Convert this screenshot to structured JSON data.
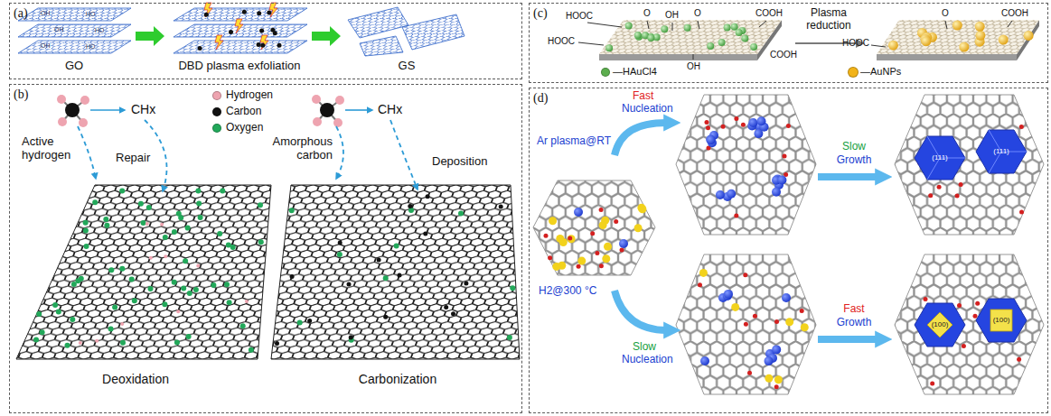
{
  "diagram": {
    "nodes": [
      {
        "text": [
          "(a)"
        ]
      },
      {
        "text": [
          "(b)"
        ]
      },
      {
        "text": [
          "(c)"
        ]
      },
      {
        "text": [
          "(d)"
        ]
      }
    ],
    "labels": [
      "GO",
      "DBD plasma exfoliation",
      "GS",
      "OH",
      "HO",
      "OH",
      "HO",
      "OH",
      "HO",
      "CHx",
      "Active hydrogen",
      "Repair",
      "Deoxidation",
      "CHx",
      "Amorphous carbon",
      "Deposition",
      "Carbonization",
      "HOOC",
      "O",
      "OH",
      "O",
      "COOH",
      "HOOC",
      "COOH",
      "OH",
      "Plasma reduction",
      "O",
      "COOH",
      "HOOC",
      "Fast",
      "Nucleation",
      "Ar plasma@RT",
      "Slow",
      "Growth",
      "H2@300 °C",
      "Slow",
      "Nucleation",
      "Fast",
      "Growth",
      "(111)",
      "(111)",
      "(100)",
      "(100)"
    ],
    "legend": [
      {
        "text": "Hydrogen",
        "color": "#eea4b0"
      },
      {
        "text": "Carbon",
        "color": "#111111"
      },
      {
        "text": "Oxygen",
        "color": "#22a85a"
      },
      {
        "text": "—HAuCl4",
        "color": "#5cae4e"
      },
      {
        "text": "—AuNPs",
        "color": "#f2b318"
      }
    ]
  }
}
